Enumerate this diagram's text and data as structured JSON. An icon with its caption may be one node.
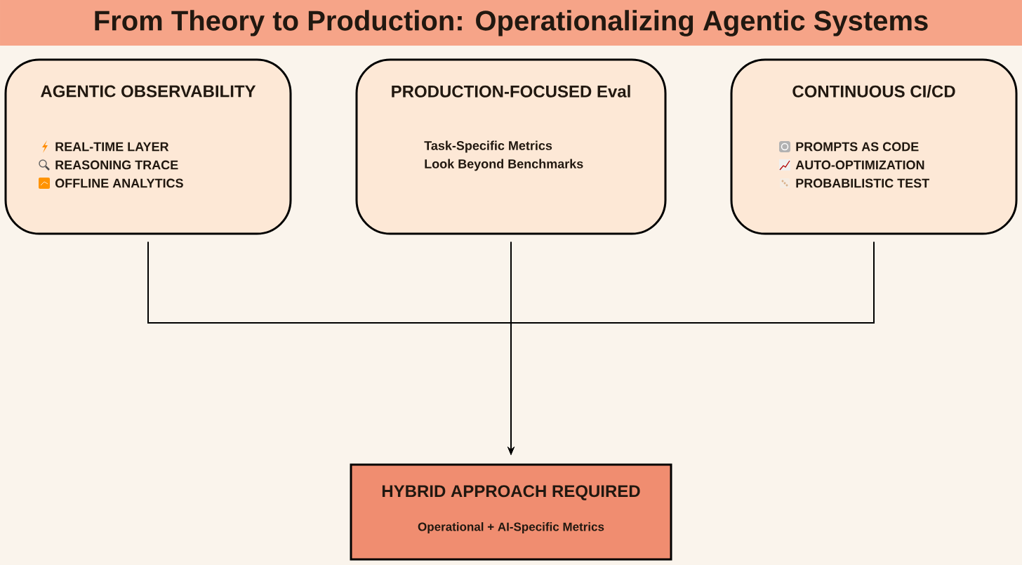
{
  "diagram": {
    "title": "From Theory to Production: Operationalizing Agentic Systems",
    "nodes": [
      {
        "text": [
          "AGENTIC OBSERVABILITY",
          "REAL-TIME LAYER",
          "REASONING TRACE",
          "OFFLINE ANALYTICS"
        ]
      },
      {
        "text": [
          "PRODUCTION-FOCUSED Eval",
          "Task-Specific Metrics",
          "Look Beyond Benchmarks"
        ]
      },
      {
        "text": [
          "CONTINUOUS CI/CD",
          "PROMPTS AS CODE",
          "AUTO-OPTIMIZATION",
          "PROBABILISTIC TEST"
        ]
      },
      {
        "text": [
          "HYBRID APPROACH REQUIRED",
          "Operational + AI-Specific Metrics"
        ]
      }
    ],
    "edges": [
      {
        "from": 0,
        "to": 3,
        "arrow": "to"
      },
      {
        "from": 1,
        "to": 3,
        "arrow": "to"
      },
      {
        "from": 2,
        "to": 3,
        "arrow": "to"
      }
    ]
  }
}
